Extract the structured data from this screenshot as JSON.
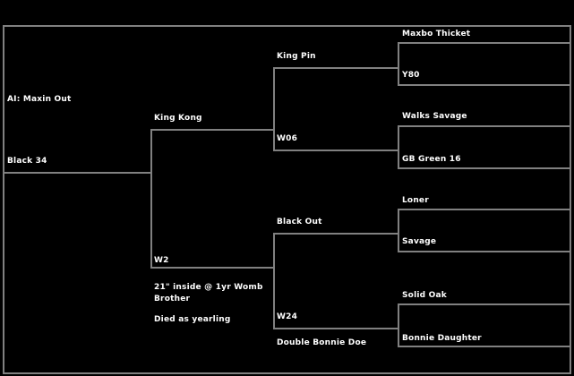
{
  "chart_data": {
    "type": "diagram",
    "title": "",
    "colors": {
      "background": "#000000",
      "line": "#808080",
      "text": "#ffffff"
    },
    "generations": [
      {
        "name": "generation-1",
        "entries": [
          {
            "id": "g1-top",
            "label": "AI: Maxin Out"
          },
          {
            "id": "g1-bottom",
            "label": "Black 34"
          }
        ]
      },
      {
        "name": "generation-2",
        "entries": [
          {
            "id": "g2-top",
            "label": "King Kong"
          },
          {
            "id": "g2-bottom",
            "label": "W2"
          }
        ]
      },
      {
        "name": "generation-3",
        "entries": [
          {
            "id": "g3-1",
            "label": "King Pin"
          },
          {
            "id": "g3-2",
            "label": "W06"
          },
          {
            "id": "g3-3",
            "label": "Black Out"
          },
          {
            "id": "g3-4",
            "label": "W24"
          }
        ]
      },
      {
        "name": "generation-4",
        "entries": [
          {
            "id": "g4-1",
            "label": "Maxbo Thicket"
          },
          {
            "id": "g4-2",
            "label": "Y80"
          },
          {
            "id": "g4-3",
            "label": "Walks Savage"
          },
          {
            "id": "g4-4",
            "label": "GB Green 16"
          },
          {
            "id": "g4-5",
            "label": "Loner"
          },
          {
            "id": "g4-6",
            "label": "Savage"
          },
          {
            "id": "g4-7",
            "label": "Solid Oak"
          },
          {
            "id": "g4-8",
            "label": "Bonnie Daughter"
          }
        ]
      }
    ],
    "notes": [
      {
        "id": "note-womb-brother",
        "text": "21\" inside @ 1yr Womb Brother"
      },
      {
        "id": "note-died-yearling",
        "text": "Died as yearling"
      },
      {
        "id": "note-double-bonnie-doe",
        "text": "Double Bonnie Doe"
      }
    ]
  }
}
